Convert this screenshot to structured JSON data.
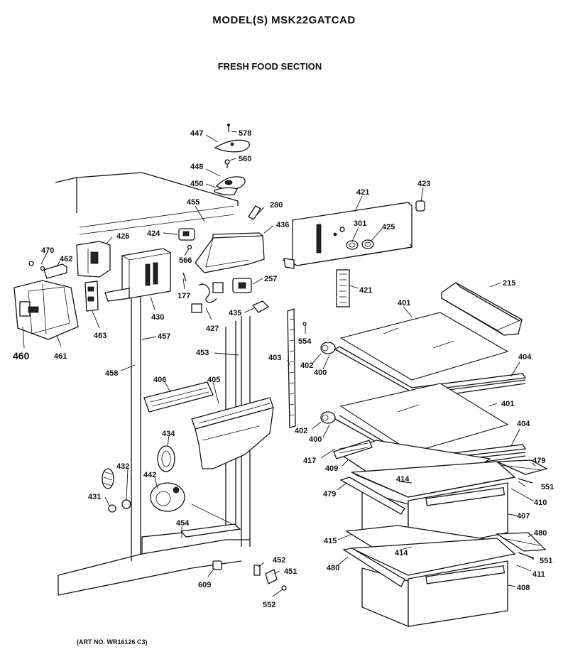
{
  "header": {
    "title": "MODEL(S) MSK22GATCAD",
    "subtitle": "FRESH FOOD SECTION"
  },
  "footer": {
    "art_no": "(ART NO. WR16126 C3)"
  },
  "callouts": [
    "447",
    "578",
    "560",
    "448",
    "450",
    "455",
    "280",
    "436",
    "424",
    "426",
    "470",
    "462",
    "566",
    "177",
    "430",
    "463",
    "460",
    "461",
    "457",
    "458",
    "453",
    "427",
    "257",
    "435",
    "421",
    "423",
    "301",
    "425",
    "421",
    "215",
    "401",
    "554",
    "403",
    "402",
    "400",
    "404",
    "401",
    "402",
    "400",
    "404",
    "417",
    "409",
    "479",
    "414",
    "551",
    "479",
    "410",
    "407",
    "406",
    "405",
    "434",
    "442",
    "432",
    "431",
    "454",
    "415",
    "414",
    "480",
    "551",
    "480",
    "411",
    "408",
    "452",
    "451",
    "609",
    "552"
  ]
}
